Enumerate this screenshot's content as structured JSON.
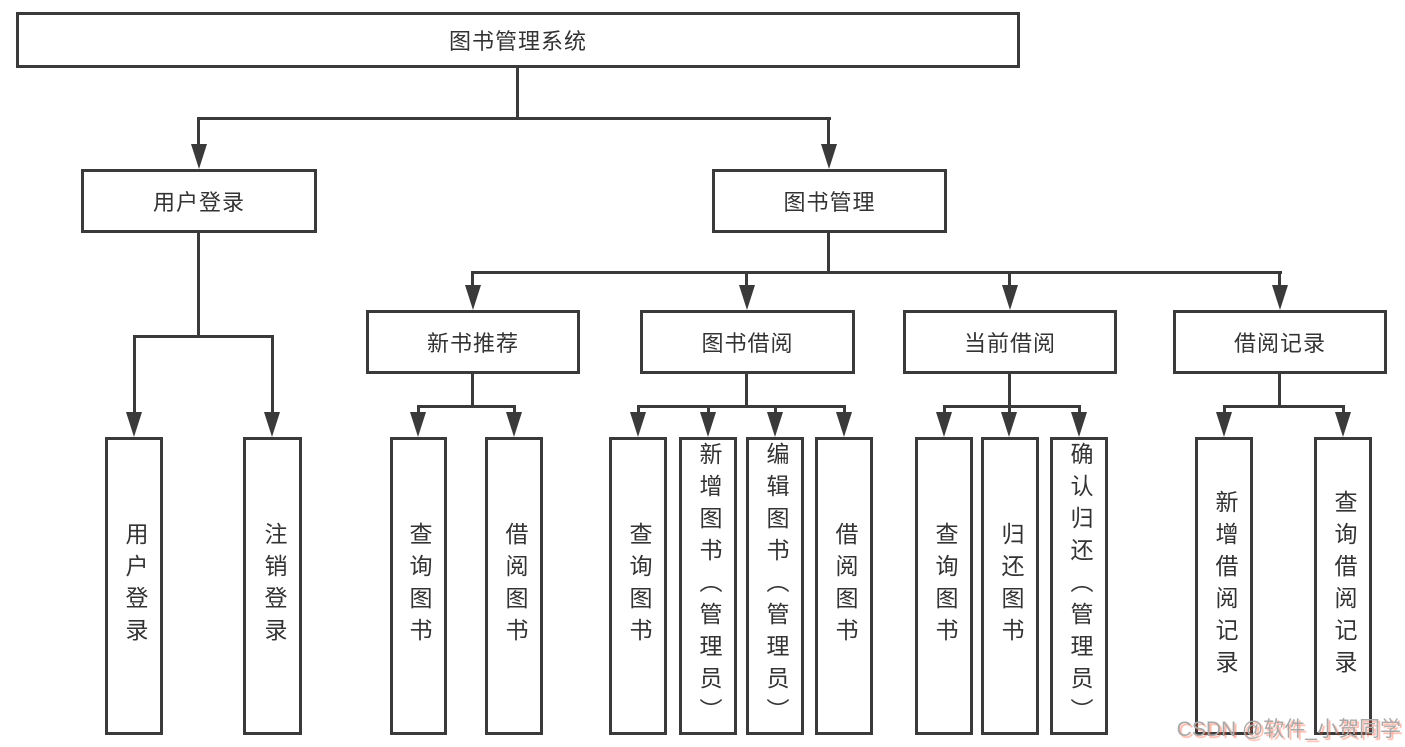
{
  "colors": {
    "line": "#3a3a3a",
    "box_fill": "#ffffff",
    "text": "#333333",
    "watermark_text": "#a9a9a9",
    "watermark_accent": "#fc5531"
  },
  "tree": {
    "root": {
      "label": "图书管理系统"
    },
    "user_login": {
      "label": "用户登录",
      "children": {
        "login": {
          "label": "用户登录"
        },
        "logout": {
          "label": "注销登录"
        }
      }
    },
    "book_mgmt": {
      "label": "图书管理",
      "children": {
        "new_book_rec": {
          "label": "新书推荐",
          "children": {
            "query_books": {
              "label": "查询图书"
            },
            "borrow_books": {
              "label": "借阅图书"
            }
          }
        },
        "book_borrow": {
          "label": "图书借阅",
          "children": {
            "query_books": {
              "label": "查询图书"
            },
            "add_books": {
              "label": "新增图书（管理员）"
            },
            "edit_books": {
              "label": "编辑图书（管理员）"
            },
            "borrow_books": {
              "label": "借阅图书"
            }
          }
        },
        "current_borrow": {
          "label": "当前借阅",
          "children": {
            "query_books": {
              "label": "查询图书"
            },
            "return_books": {
              "label": "归还图书"
            },
            "confirm_return": {
              "label": "确认归还（管理员）"
            }
          }
        },
        "borrow_records": {
          "label": "借阅记录",
          "children": {
            "add_record": {
              "label": "新增借阅记录"
            },
            "query_record": {
              "label": "查询借阅记录"
            }
          }
        }
      }
    }
  },
  "watermark": {
    "label": "CSDN @软件_小贺同学"
  }
}
